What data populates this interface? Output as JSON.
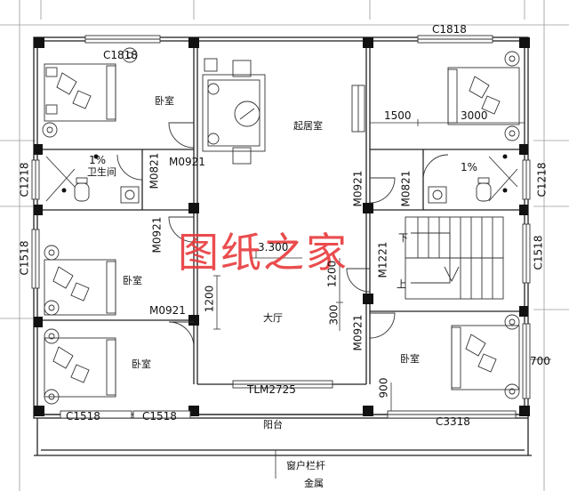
{
  "rooms": {
    "bedroom": "卧室",
    "bedroom_nw": "卧室",
    "living": "起居室",
    "bathroom": "卫生间",
    "hall": "大厅",
    "balcony": "阳台"
  },
  "windows": {
    "c1818_a": "C1818",
    "c1818_b": "C1818",
    "c1218_a": "C1218",
    "c1218_b": "C1218",
    "c1518_a": "C1518",
    "c1518_b": "C1518",
    "c1518_c": "C1518",
    "c1518_d": "C1518",
    "c3318": "C3318",
    "tlm2725": "TLM2725"
  },
  "doors": {
    "m0921_a": "M0921",
    "m0921_b": "M0921",
    "m0921_c": "M0921",
    "m0921_d": "M0921",
    "m0921_e": "M0921",
    "m0821_a": "M0821",
    "m0821_b": "M0821",
    "m1221": "M1221"
  },
  "dimensions": {
    "d1500": "1500",
    "d3000": "3000",
    "d1200_a": "1200",
    "d1200_b": "1200",
    "d300": "300",
    "d900": "900",
    "d700": "700",
    "elev": "3.300",
    "slope_a": "1%",
    "slope_b": "1%"
  },
  "stairs": {
    "down": "下",
    "up": "上"
  },
  "notes": {
    "railing": "窗户栏杆",
    "gold": "金属"
  },
  "watermark": "图纸之家"
}
